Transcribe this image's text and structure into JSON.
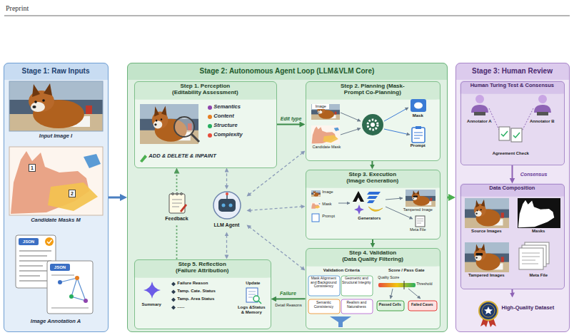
{
  "diagram": {
    "nodes": [
      {
        "text": [
          "Stage 1: Raw Inputs"
        ]
      },
      {
        "text": [
          "Input Image I"
        ],
        "in": 0
      },
      {
        "text": [
          "Candidate Masks M"
        ],
        "in": 0
      },
      {
        "text": [
          "Image Annotation A"
        ],
        "in": 0
      },
      {
        "text": [
          "Stage 2: Autonomous Agent Loop (LLM&VLM Core)"
        ]
      },
      {
        "text": [
          "Step 1. Perception (Editability Assessment)",
          "Semantics",
          "Content",
          "Structure",
          "Complexity",
          "ADD & DELETE & INPAINT"
        ],
        "in": 4
      },
      {
        "text": [
          "Step 2. Planning (Mask-Prompt Co-Planning)",
          "Image",
          "Candidate Mask",
          "Mask",
          "Prompt"
        ],
        "in": 4
      },
      {
        "text": [
          "Step 3. Execution (Image Generation)",
          "Image",
          "Mask",
          "Prompt",
          "Generators",
          "Tampered Image",
          "Meta File"
        ],
        "in": 4
      },
      {
        "text": [
          "Step 4. Validation (Data Quality Filtering)",
          "Validation Criteria",
          "Mask Alignment and Background Consistency",
          "Geometric and Structural Integrity",
          "Semantic Consistency",
          "Realism and Naturalness",
          "Score / Pass Gate",
          "Quality Score",
          "Threshold",
          "Passed Cells",
          "Failed Cases"
        ],
        "in": 4
      },
      {
        "text": [
          "Step 5. Reflection (Failure Attribution)",
          "Summary",
          "Failure Reason",
          "Tamp. Cate. Status",
          "Tamp. Area Status",
          "......",
          "Update",
          "Logs &Status & Memory"
        ],
        "in": 4
      },
      {
        "text": [
          "LLM Agent"
        ],
        "in": 4
      },
      {
        "text": [
          "Feedback"
        ],
        "in": 4
      },
      {
        "text": [
          "Stage 3: Human Review"
        ]
      },
      {
        "text": [
          "Human Turing Test & Consensus",
          "Annotator A",
          "Annotator B",
          "Agreement Check"
        ],
        "in": 12
      },
      {
        "text": [
          "Data Composition",
          "Source Images",
          "Masks",
          "Tampered Images",
          "Meta File"
        ],
        "in": 12
      },
      {
        "text": [
          "High-Quality Dataset"
        ],
        "in": 12
      }
    ],
    "edges": [
      {
        "from": 0,
        "to": 4,
        "arrow": "to"
      },
      {
        "from": 4,
        "to": 12,
        "arrow": "to"
      },
      {
        "from": 5,
        "to": 6,
        "label": "Edit type",
        "arrow": "to"
      },
      {
        "from": 6,
        "to": 7,
        "arrow": "to"
      },
      {
        "from": 7,
        "to": 8,
        "arrow": "to"
      },
      {
        "from": 8,
        "to": 9,
        "label": "Failure",
        "arrow": "to"
      },
      {
        "from": 9,
        "to": 11,
        "arrow": "none"
      },
      {
        "from": 11,
        "to": 5,
        "arrow": "to"
      },
      {
        "from": 10,
        "to": 5,
        "arrow": "both"
      },
      {
        "from": 10,
        "to": 6,
        "arrow": "both"
      },
      {
        "from": 10,
        "to": 7,
        "arrow": "both"
      },
      {
        "from": 10,
        "to": 8,
        "arrow": "both"
      },
      {
        "from": 10,
        "to": 9,
        "arrow": "both"
      },
      {
        "from": 13,
        "to": 14,
        "label": "Consensus",
        "arrow": "to"
      },
      {
        "from": 14,
        "to": 15,
        "arrow": "to"
      }
    ],
    "labels": [
      "Preprint",
      "1",
      "2",
      "JSON",
      "JSON",
      "Detail Reasons"
    ]
  }
}
